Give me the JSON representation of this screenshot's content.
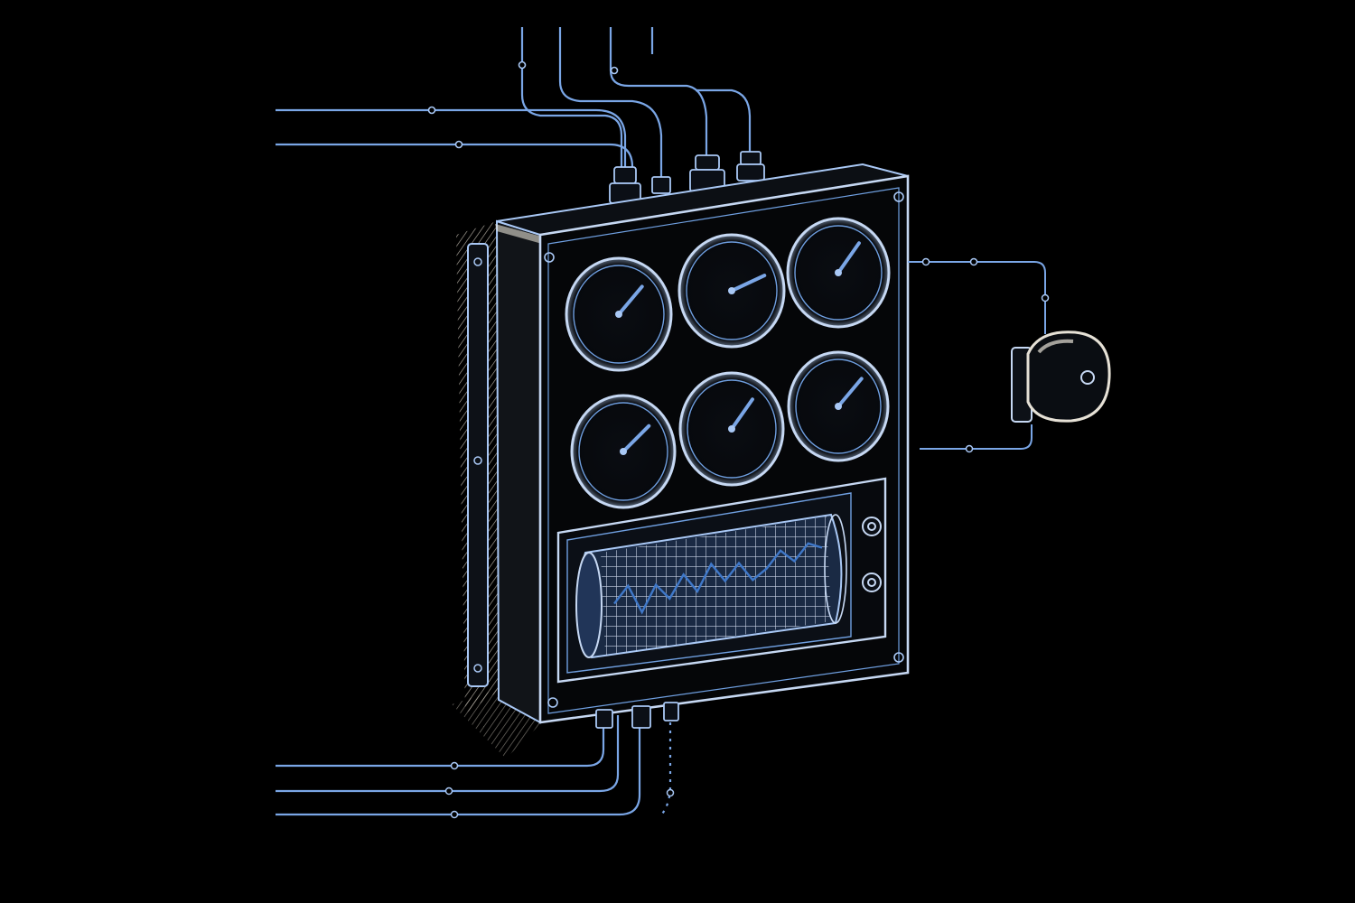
{
  "scene": {
    "description_free": true,
    "palette": {
      "background": "#000000",
      "line": "#6f9fe0",
      "line_bright": "#a9c8f5",
      "highlight": "#e6e1d6",
      "hatch": "#cfc8bb"
    },
    "icons": {
      "panel": "instrument-panel-icon",
      "gauge": "pressure-gauge-icon",
      "recorder": "chart-recorder-icon",
      "bell": "alarm-bell-icon",
      "knob": "control-knob-icon",
      "fitting": "pipe-fitting-icon"
    },
    "gauges": {
      "count": 6,
      "needle_angles_deg": [
        40,
        65,
        35,
        45,
        35,
        40
      ]
    },
    "recorder_trace": [
      0.55,
      0.3,
      0.75,
      0.35,
      0.6,
      0.25,
      0.55,
      0.15,
      0.45,
      0.2,
      0.5,
      0.35,
      0.1,
      0.3,
      0.05,
      0.15
    ]
  }
}
